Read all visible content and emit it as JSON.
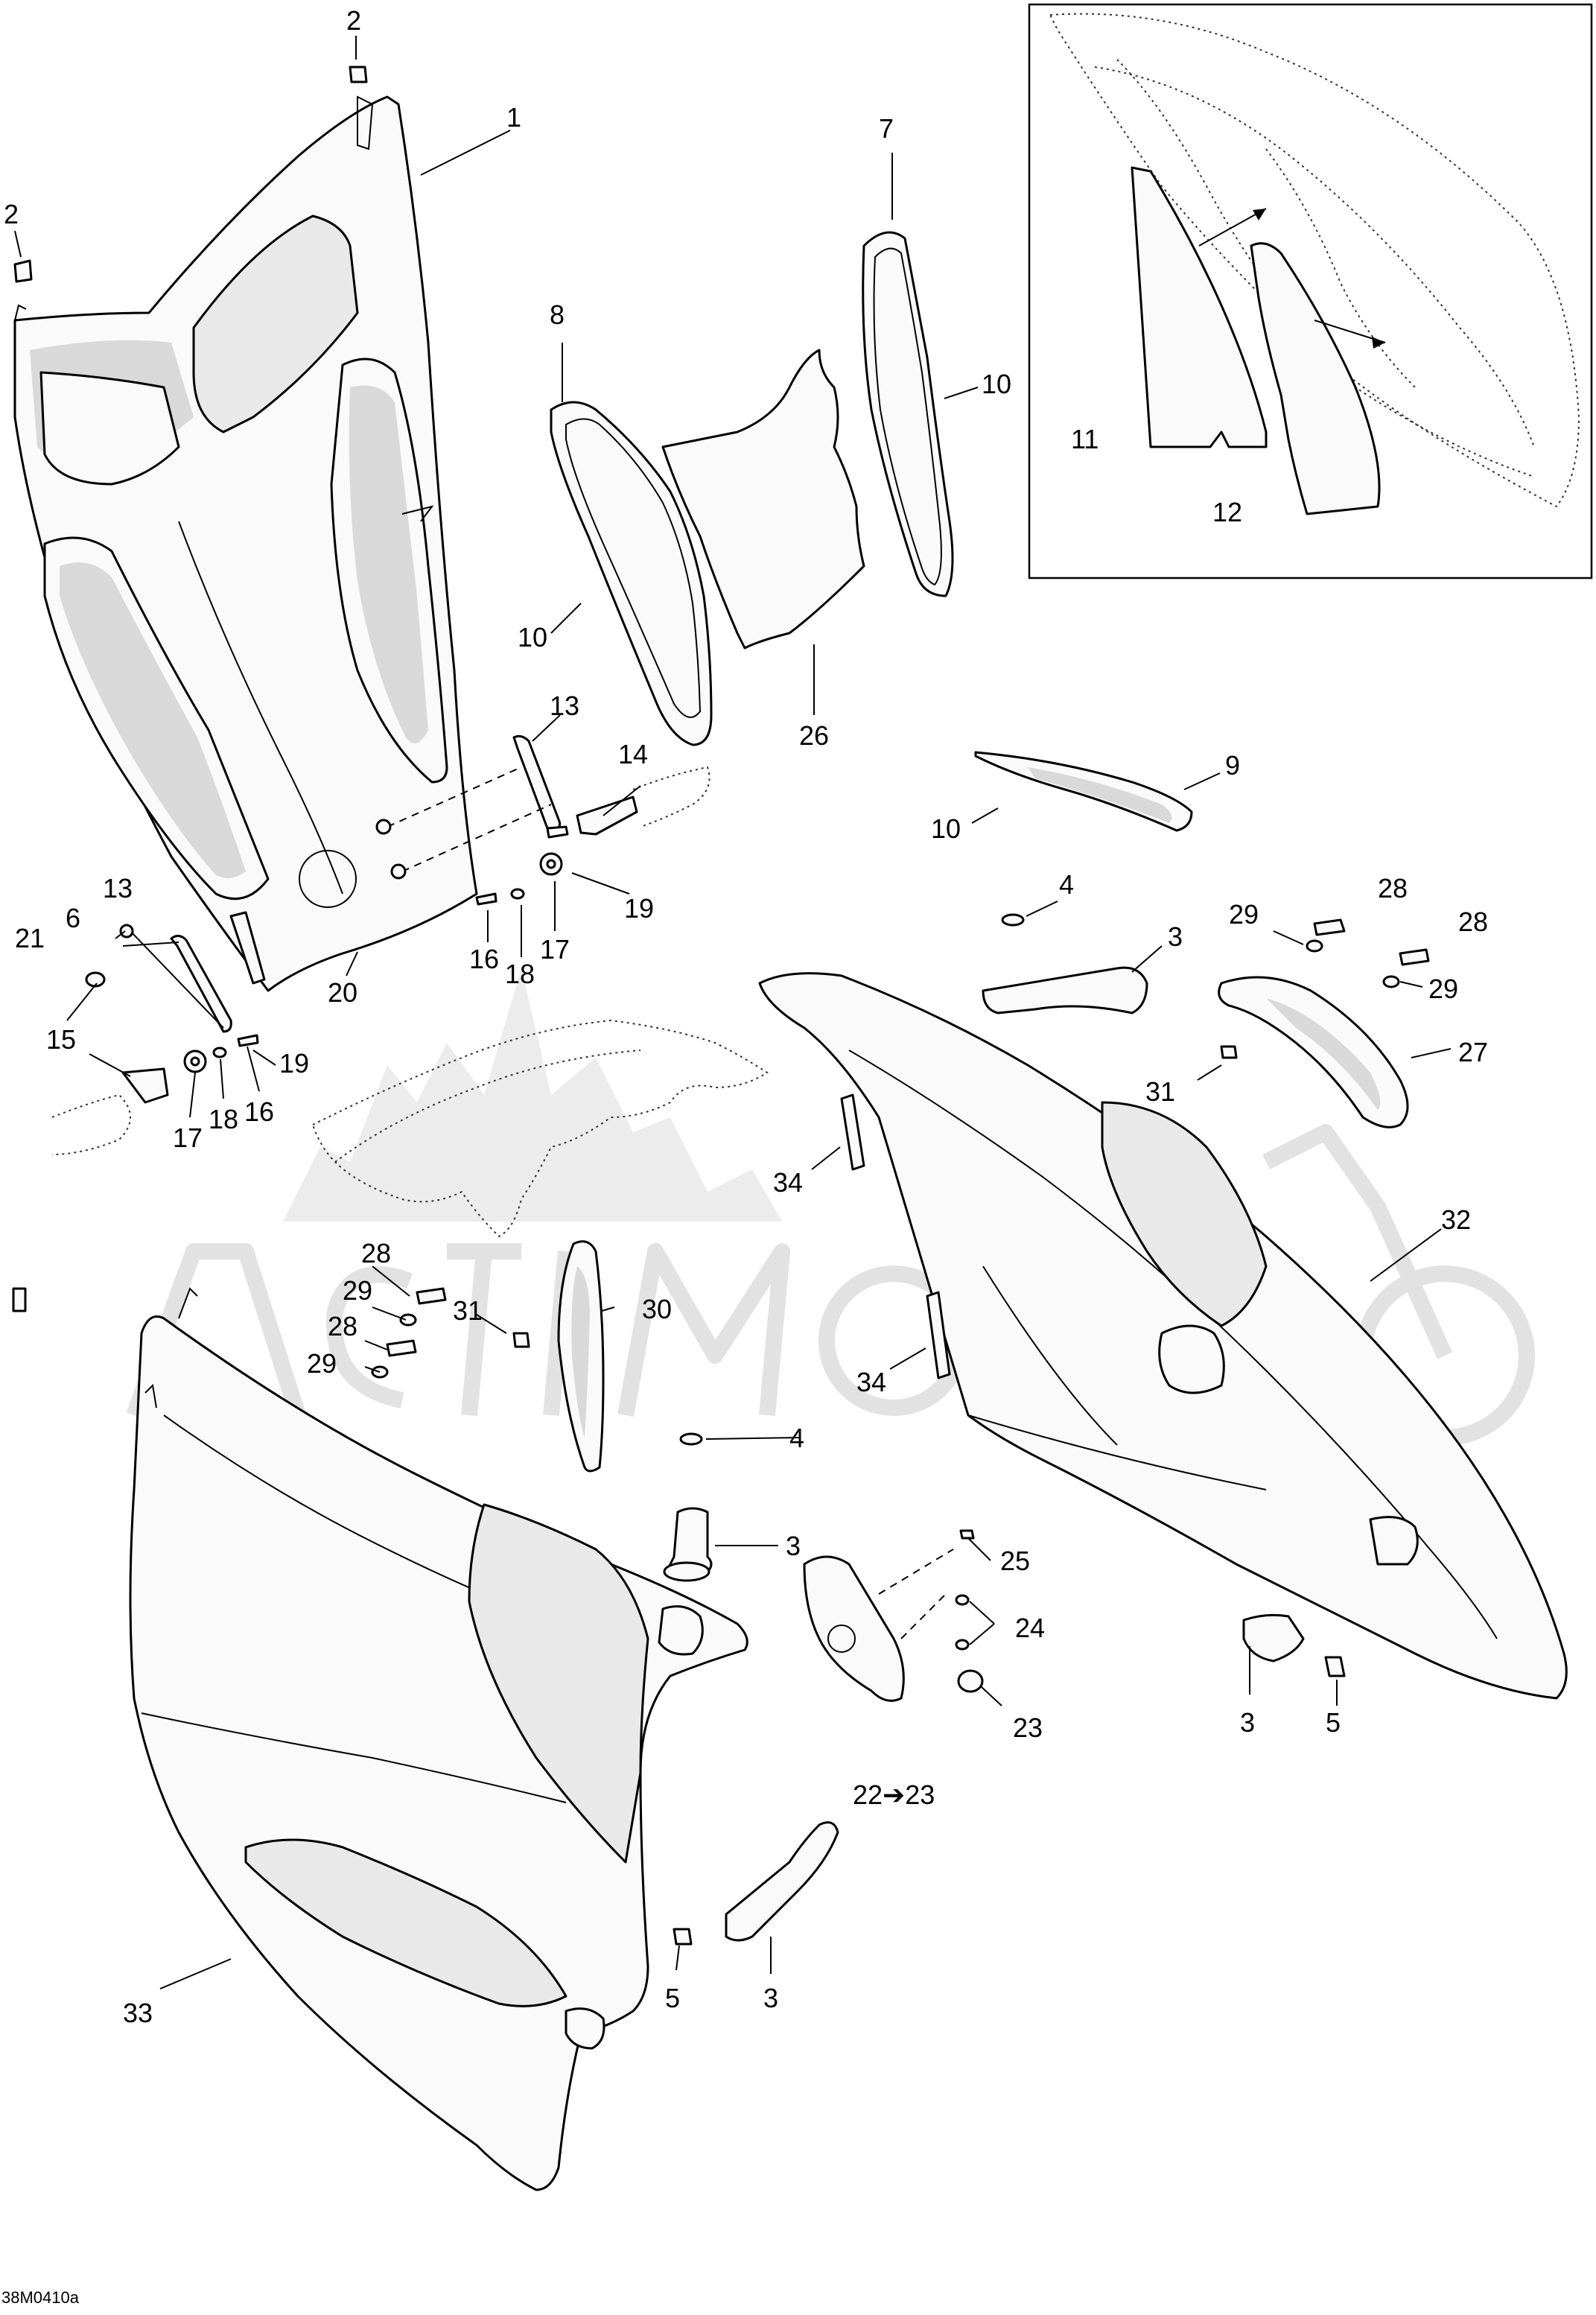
{
  "diagram_code": "38M0410a",
  "watermark": "ActiMoto",
  "callouts": [
    "1",
    "2",
    "3",
    "4",
    "5",
    "6",
    "7",
    "8",
    "9",
    "10",
    "11",
    "12",
    "13",
    "14",
    "15",
    "16",
    "17",
    "18",
    "19",
    "20",
    "21",
    "22➔23",
    "23",
    "24",
    "25",
    "26",
    "27",
    "28",
    "29",
    "30",
    "31",
    "32",
    "33",
    "34"
  ]
}
